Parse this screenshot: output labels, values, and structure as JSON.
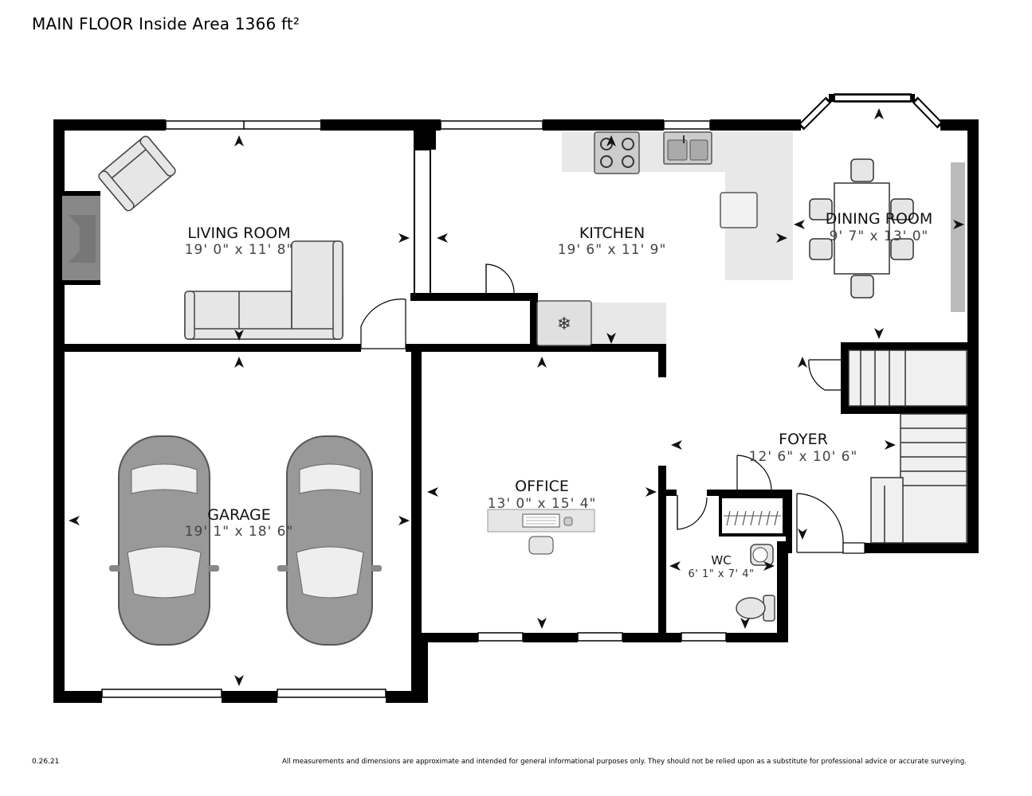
{
  "header": {
    "title": "MAIN FLOOR Inside Area 1366 ft²"
  },
  "rooms": {
    "living": {
      "name": "LIVING ROOM",
      "dims": "19' 0\" x 11' 8\""
    },
    "kitchen": {
      "name": "KITCHEN",
      "dims": "19' 6\" x 11' 9\""
    },
    "dining": {
      "name": "DINING ROOM",
      "dims": "9' 7\" x 13' 0\""
    },
    "garage": {
      "name": "GARAGE",
      "dims": "19' 1\" x 18' 6\""
    },
    "office": {
      "name": "OFFICE",
      "dims": "13' 0\" x 15' 4\""
    },
    "foyer": {
      "name": "FOYER",
      "dims": "12' 6\" x 10' 6\""
    },
    "wc": {
      "name": "WC",
      "dims": "6' 1\" x 7' 4\""
    }
  },
  "footer": {
    "code": "0.26.21",
    "disclaimer": "All measurements and dimensions are approximate and intended for general informational purposes only. They should not be relied upon as a substitute for professional advice or accurate surveying."
  }
}
